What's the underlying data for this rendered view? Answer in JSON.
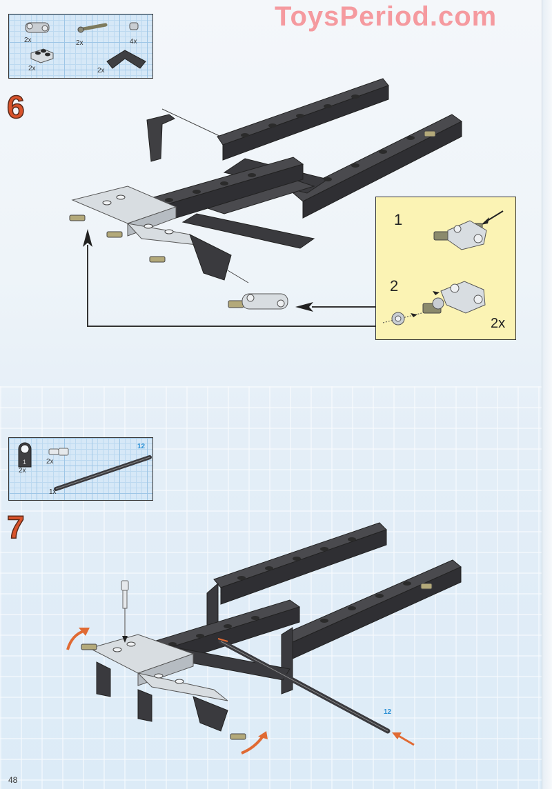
{
  "watermark": "ToysPeriod.com",
  "page_number": "48",
  "colors": {
    "step_number": "#d9532b",
    "watermark": "#f59a9f",
    "callout_bg": "#fbf3b4",
    "parts_box_bg": "#d6e8f7",
    "axle_label": "#2a8fd4",
    "rotation_arrow": "#e06a33"
  },
  "steps": [
    {
      "number": "6",
      "parts_list": [
        {
          "part": "pin-connector-perpendicular",
          "qty": "2x"
        },
        {
          "part": "axle-pin-long",
          "qty": "2x"
        },
        {
          "part": "bush",
          "qty": "4x"
        },
        {
          "part": "plate-2x2-corner",
          "qty": "2x"
        },
        {
          "part": "liftarm-l-shape",
          "qty": "2x"
        }
      ],
      "callout": {
        "substeps": [
          {
            "number": "1"
          },
          {
            "number": "2"
          }
        ],
        "multiplier": "2x"
      }
    },
    {
      "number": "7",
      "parts_list": [
        {
          "part": "liftarm-1-tag",
          "label": "1",
          "qty": "2x"
        },
        {
          "part": "pin-with-friction",
          "qty": "2x"
        },
        {
          "part": "axle-12",
          "label": "12",
          "qty": "1x"
        }
      ],
      "axle_callout_label": "12"
    }
  ]
}
